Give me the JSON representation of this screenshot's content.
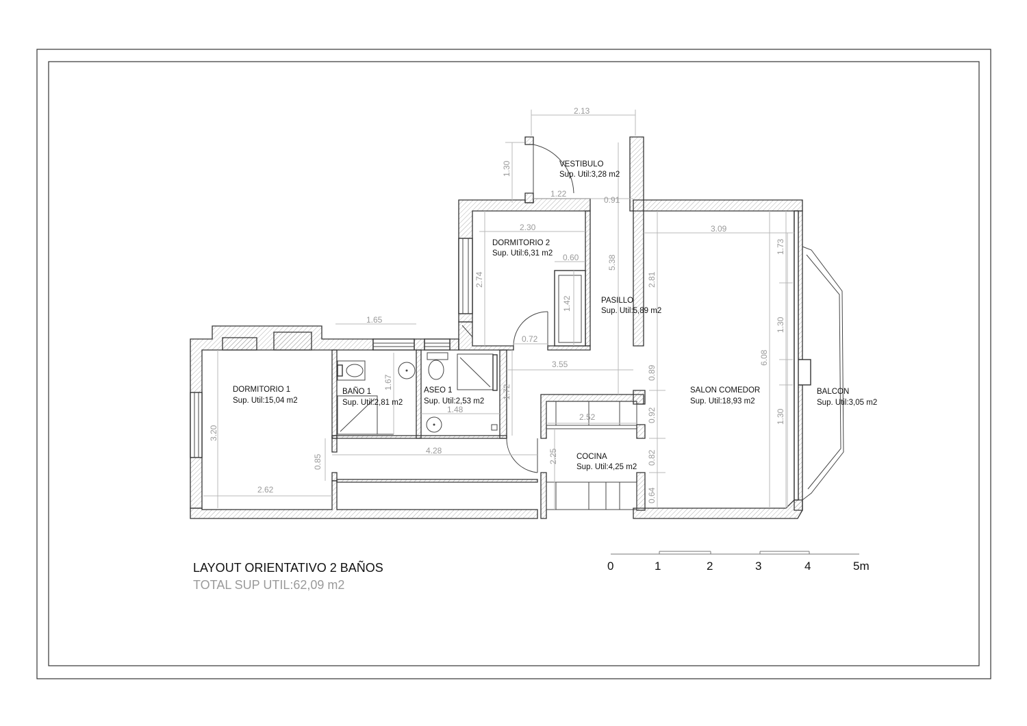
{
  "rooms": {
    "vestibulo": {
      "name": "VESTIBULO",
      "area": "Sup. Util:3,28 m2"
    },
    "dormitorio2": {
      "name": "DORMITORIO 2",
      "area": "Sup. Util:6,31 m2"
    },
    "pasillo": {
      "name": "PASILLO",
      "area": "Sup. Util:5,89 m2"
    },
    "dormitorio1": {
      "name": "DORMITORIO 1",
      "area": "Sup. Util:15,04 m2"
    },
    "bano1": {
      "name": "BAÑO 1",
      "area": "Sup. Util:2,81 m2"
    },
    "aseo1": {
      "name": "ASEO 1",
      "area": "Sup. Util:2,53 m2"
    },
    "salon": {
      "name": "SALON COMEDOR",
      "area": "Sup. Util:18,93 m2"
    },
    "balcon": {
      "name": "BALCON",
      "area": "Sup. Util:3,05 m2"
    },
    "cocina": {
      "name": "COCINA",
      "area": "Sup. Util:4,25 m2"
    }
  },
  "dimensions": {
    "d213": "2.13",
    "d130a": "1.30",
    "d122": "1.22",
    "d091": "0.91",
    "d230": "2.30",
    "d060": "0.60",
    "d274": "2.74",
    "d142": "1.42",
    "d538": "5.38",
    "d281": "2.81",
    "d309": "3.09",
    "d173": "1.73",
    "d130b": "1.30",
    "d608": "6.08",
    "d130c": "1.30",
    "d165": "1.65",
    "d072": "0.72",
    "d355": "3.55",
    "d089": "0.89",
    "d092": "0.92",
    "d082": "0.82",
    "d064": "0.64",
    "d167": "1.67",
    "d172": "1.72",
    "d148": "1.48",
    "d252": "2.52",
    "d225": "2.25",
    "d320": "3.20",
    "d085": "0.85",
    "d428": "4.28",
    "d262": "2.62"
  },
  "footer": {
    "title": "LAYOUT ORIENTATIVO  2 BAÑOS",
    "subtitle": "TOTAL SUP UTIL:62,09 m2"
  },
  "scale": {
    "labels": [
      "0",
      "1",
      "2",
      "3",
      "4",
      "5m"
    ]
  }
}
